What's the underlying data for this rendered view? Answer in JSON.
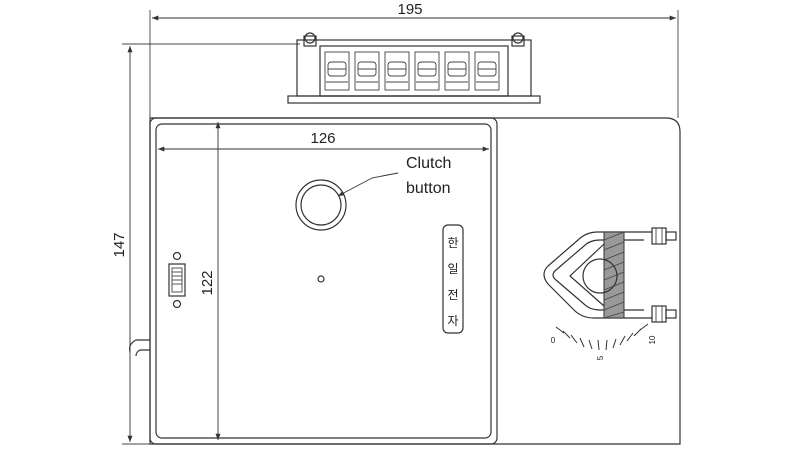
{
  "dimensions": {
    "overall_width": "195",
    "overall_height": "147",
    "cover_width": "126",
    "cover_height": "122"
  },
  "callouts": {
    "clutch_line1": "Clutch",
    "clutch_line2": "button"
  },
  "nameplate": {
    "chars": [
      "한",
      "일",
      "전",
      "자"
    ]
  },
  "scale": {
    "min_label": "0",
    "mid_label": "5",
    "max_label": "10"
  }
}
